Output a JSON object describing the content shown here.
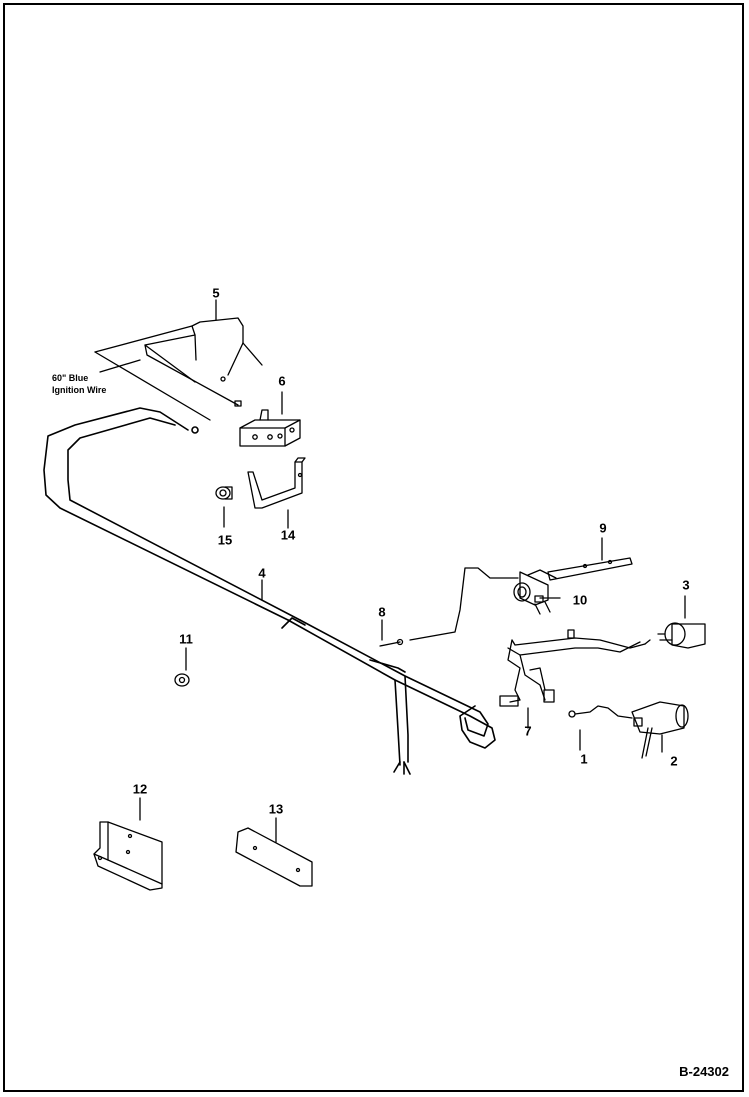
{
  "diagram": {
    "note_line1": "60\" Blue",
    "note_line2": "Ignition Wire",
    "callouts": [
      "1",
      "2",
      "3",
      "4",
      "5",
      "6",
      "7",
      "8",
      "9",
      "10",
      "11",
      "12",
      "13",
      "14",
      "15"
    ],
    "drawing_number": "B-24302",
    "line_color": "#000000",
    "background_color": "#ffffff"
  }
}
